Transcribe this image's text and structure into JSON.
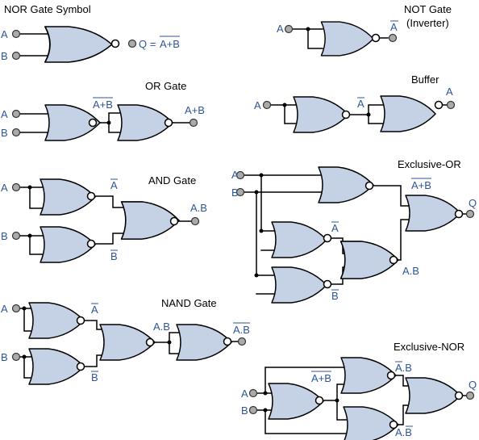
{
  "colors": {
    "gate_fill": "#c5d2e6",
    "label_blue": "#2f5597",
    "wire": "#000000",
    "terminal": "#aaaaaa"
  },
  "titles": {
    "nor": "NOR Gate Symbol",
    "not_line1": "NOT Gate",
    "not_line2": "(Inverter)",
    "or": "OR Gate",
    "buffer": "Buffer",
    "and": "AND Gate",
    "xor": "Exclusive-OR",
    "nand": "NAND Gate",
    "xnor": "Exclusive-NOR"
  },
  "labels": {
    "a": "A",
    "b": "B",
    "q": "Q",
    "q_eq": "Q =",
    "a_plus_b": "A+B",
    "a_dot_b": "A.B"
  }
}
